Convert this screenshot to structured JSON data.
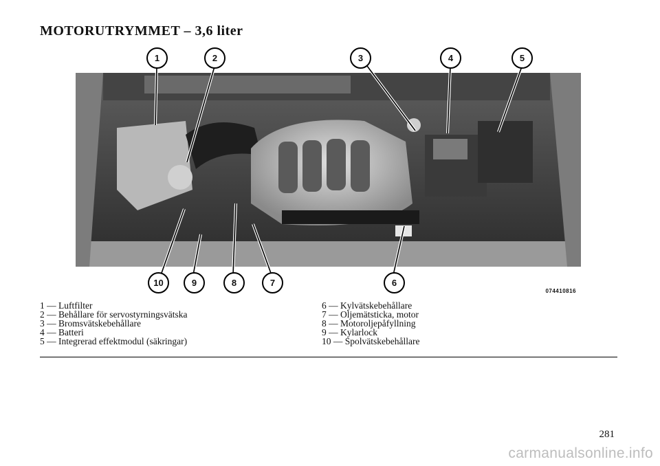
{
  "page": {
    "title": "MOTORUTRYMMET – 3,6 liter",
    "figure_code": "074410816",
    "page_number": "281",
    "watermark": "carmanualsonline.info"
  },
  "callouts_top": [
    "1",
    "2",
    "3",
    "4",
    "5"
  ],
  "callouts_bottom": [
    "10",
    "9",
    "8",
    "7",
    "6"
  ],
  "legend": {
    "left": [
      "1 — Luftfilter",
      "2 — Behållare för servostyrningsvätska",
      "3 — Bromsvätskebehållare",
      "4 — Batteri",
      "5 — Integrerad effektmodul (säkringar)"
    ],
    "right": [
      "6 — Kylvätskebehållare",
      "7 — Oljemätsticka, motor",
      "8 — Motoroljepåfyllning",
      "9 — Kylarlock",
      "10 — Spolvätskebehållare"
    ]
  },
  "colors": {
    "photo_dark": "#2a2a2a",
    "photo_mid": "#7a7a7a",
    "photo_light": "#c9c9c9",
    "watermark": "#bdbdbd"
  }
}
